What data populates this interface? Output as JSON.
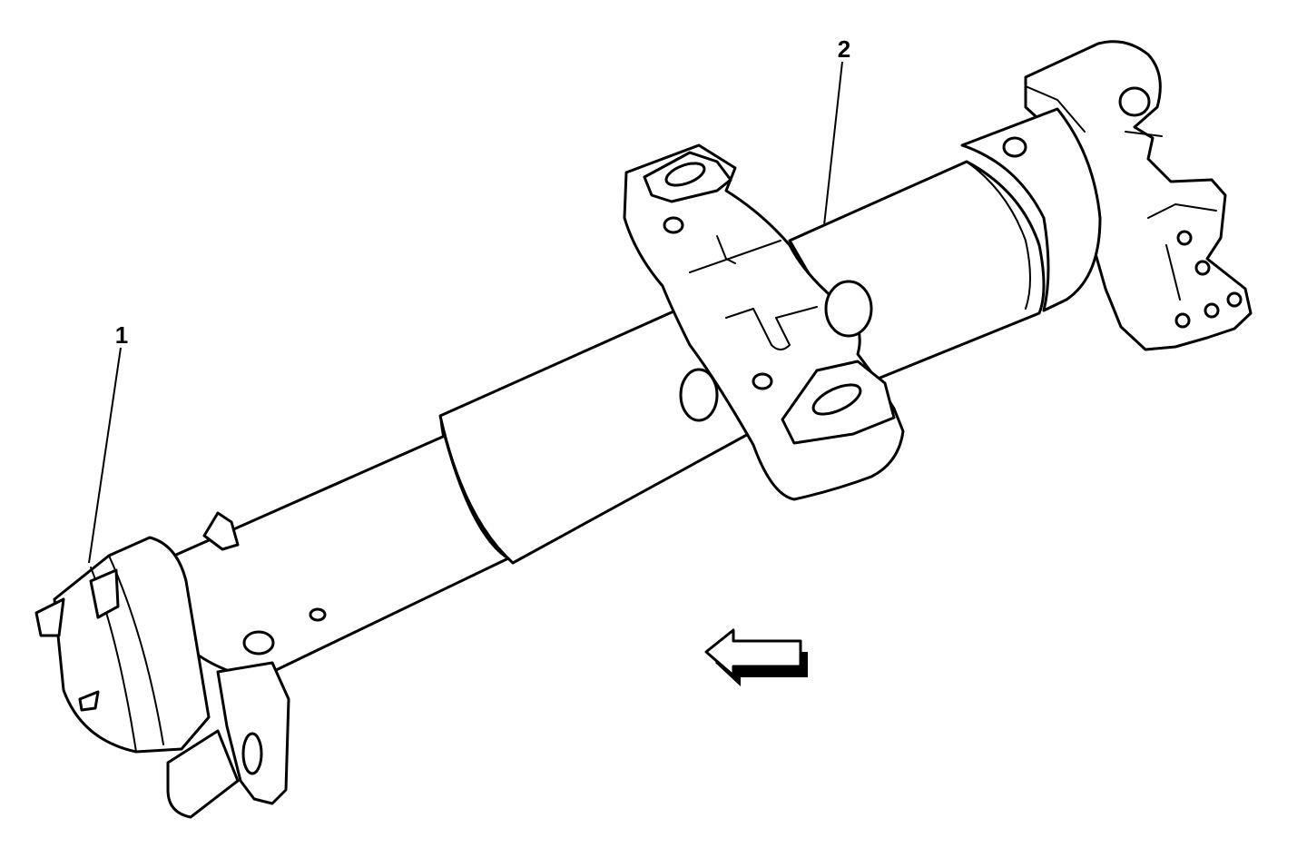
{
  "callouts": [
    {
      "id": "1",
      "label": "1"
    },
    {
      "id": "2",
      "label": "2"
    }
  ],
  "colors": {
    "line": "#000000",
    "background": "#ffffff"
  },
  "icons": [
    "direction-arrow-left-icon"
  ]
}
